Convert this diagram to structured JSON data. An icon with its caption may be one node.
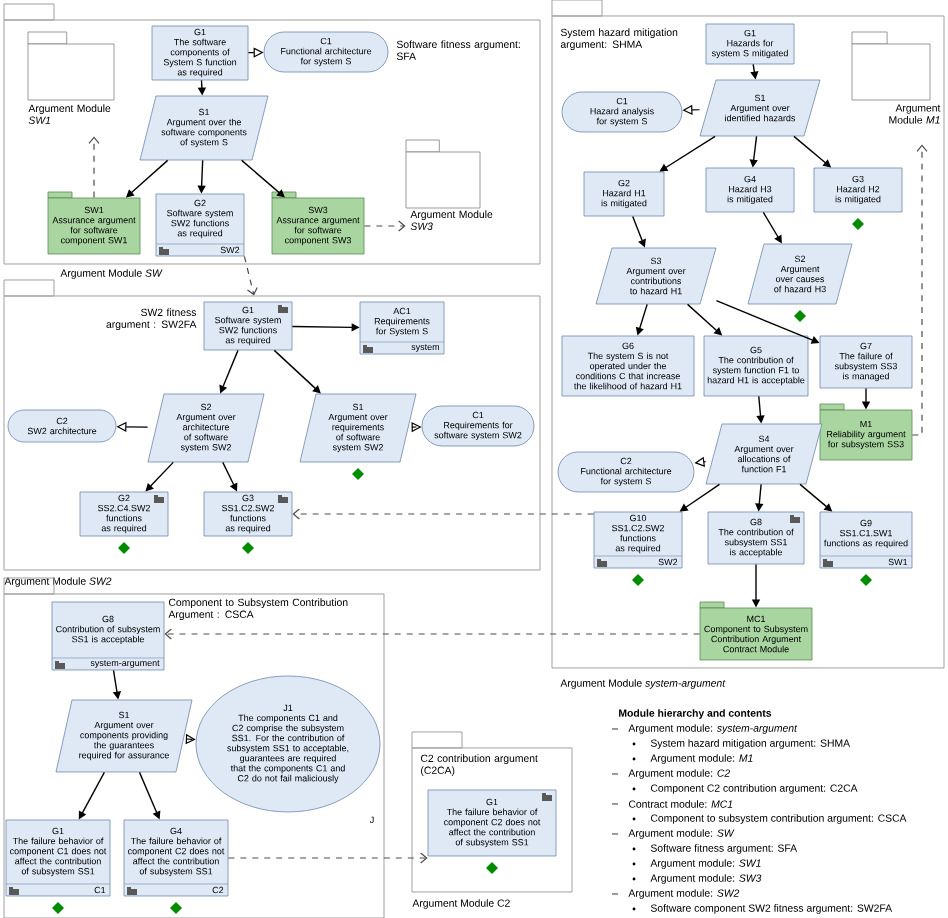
{
  "diagram": {
    "nodes": [
      {
        "text": [
          "Software fitness argument: SFA",
          "Argument Module *SW*"
        ]
      },
      {
        "text": [
          "G1",
          "The software components of System S function as required"
        ],
        "in": 0
      },
      {
        "text": [
          "C1",
          "Functional architecture for system S"
        ],
        "in": 0
      },
      {
        "text": [
          "S1",
          "Argument over the software components of system S"
        ],
        "in": 0
      },
      {
        "text": [
          "Argument Module *SW1*"
        ],
        "in": 0
      },
      {
        "text": [
          "SW1",
          "Assurance argument for software component SW1"
        ],
        "in": 0
      },
      {
        "text": [
          "G2",
          "Software system SW2 functions as required",
          "SW2"
        ],
        "in": 0
      },
      {
        "text": [
          "SW3",
          "Assurance argument for software component SW3"
        ],
        "in": 0
      },
      {
        "text": [
          "Argument Module *SW3*"
        ],
        "in": 0
      },
      {
        "text": [
          "SW2 fitness argument : SW2FA",
          "Argument Module *SW2*"
        ]
      },
      {
        "text": [
          "G1",
          "Software system SW2 functions as required"
        ],
        "in": 9
      },
      {
        "text": [
          "AC1",
          "Requirements for System S",
          "system"
        ],
        "in": 9
      },
      {
        "text": [
          "C2",
          "SW2 architecture"
        ],
        "in": 9
      },
      {
        "text": [
          "S2",
          "Argument over architecture of software system SW2"
        ],
        "in": 9
      },
      {
        "text": [
          "S1",
          "Argument over requirements of software system SW2"
        ],
        "in": 9
      },
      {
        "text": [
          "C1",
          "Requirements for software system SW2"
        ],
        "in": 9
      },
      {
        "text": [
          "G2",
          "SS2.C4.SW2 functions as required"
        ],
        "in": 9
      },
      {
        "text": [
          "G3",
          "SS1.C2.SW2 functions as required"
        ],
        "in": 9
      },
      {
        "text": [
          "System hazard mitigation argument: SHMA",
          "Argument Module *system-argument*"
        ]
      },
      {
        "text": [
          "G1",
          "Hazards for system S mitigated"
        ],
        "in": 18
      },
      {
        "text": [
          "C1",
          "Hazard analysis for system S"
        ],
        "in": 18
      },
      {
        "text": [
          "S1",
          "Argument over identified hazards"
        ],
        "in": 18
      },
      {
        "text": [
          "Argument Module *M1*"
        ],
        "in": 18
      },
      {
        "text": [
          "G2",
          "Hazard H1 is mitigated"
        ],
        "in": 18
      },
      {
        "text": [
          "G4",
          "Hazard H3 is mitigated"
        ],
        "in": 18
      },
      {
        "text": [
          "G3",
          "Hazard H2 is mitigated"
        ],
        "in": 18
      },
      {
        "text": [
          "S2",
          "Argument over causes of hazard H3"
        ],
        "in": 18
      },
      {
        "text": [
          "S3",
          "Argument over contributions to hazard H1"
        ],
        "in": 18
      },
      {
        "text": [
          "G6",
          "The system S is not operated under the conditions C that increase the likelihood of hazard H1"
        ],
        "in": 18
      },
      {
        "text": [
          "G5",
          "The contribution of system function F1 to hazard H1 is acceptable"
        ],
        "in": 18
      },
      {
        "text": [
          "G7",
          "The failure of subsystem SS3 is managed"
        ],
        "in": 18
      },
      {
        "text": [
          "M1",
          "Reliability argument for subsystem SS3"
        ],
        "in": 18
      },
      {
        "text": [
          "C2",
          "Functional architecture for system S"
        ],
        "in": 18
      },
      {
        "text": [
          "S4",
          "Argument over allocations of function F1"
        ],
        "in": 18
      },
      {
        "text": [
          "G10",
          "SS1.C2.SW2 functions as required",
          "SW2"
        ],
        "in": 18
      },
      {
        "text": [
          "G8",
          "The contribution of subsystem SS1 is acceptable"
        ],
        "in": 18
      },
      {
        "text": [
          "G9",
          "SS1.C1.SW1 functions as required",
          "SW1"
        ],
        "in": 18
      },
      {
        "text": [
          "MC1",
          "Component to Subsystem Contribution Argument Contract Module"
        ],
        "in": 18
      },
      {
        "text": [
          "Component to Subsystem Contribution Argument : CSCA"
        ]
      },
      {
        "text": [
          "G8",
          "Contribution of subsystem SS1 is acceptable",
          "system-argument"
        ],
        "in": 38
      },
      {
        "text": [
          "S1",
          "Argument over components providing the guarantees required for assurance"
        ],
        "in": 38
      },
      {
        "text": [
          "J1",
          "The components C1 and C2 comprise the subsystem SS1. For the contribution of subsystem SS1 to acceptable, guarantees are required that the components C1 and C2 do not fail maliciously"
        ],
        "beside": [
          "J"
        ],
        "in": 38
      },
      {
        "text": [
          "G1",
          "The failure behavior of component C1 does not affect the contribution of subsystem SS1",
          "C1"
        ],
        "in": 38
      },
      {
        "text": [
          "G4",
          "The failure behavior of component C2 does not affect the contribution of subsystem SS1",
          "C2"
        ],
        "in": 38
      },
      {
        "text": [
          "C2 contribution argument (C2CA)",
          "Argument Module C2"
        ]
      },
      {
        "text": [
          "G1",
          "The failure behavior of component C2 does not affect the contribution of subsystem SS1"
        ],
        "in": 44
      }
    ],
    "edges": [
      {
        "from": 1,
        "to": 2,
        "arrow": "to"
      },
      {
        "from": 1,
        "to": 3,
        "arrow": "to"
      },
      {
        "from": 3,
        "to": 5,
        "arrow": "to"
      },
      {
        "from": 3,
        "to": 6,
        "arrow": "to"
      },
      {
        "from": 3,
        "to": 7,
        "arrow": "to"
      },
      {
        "from": 5,
        "to": 4,
        "arrow": "to",
        "style": "dashed"
      },
      {
        "from": 7,
        "to": 8,
        "arrow": "to",
        "style": "dashed"
      },
      {
        "from": 6,
        "to": 9,
        "arrow": "to",
        "style": "dashed"
      },
      {
        "from": 10,
        "to": 11,
        "arrow": "to"
      },
      {
        "from": 10,
        "to": 13,
        "arrow": "to"
      },
      {
        "from": 10,
        "to": 14,
        "arrow": "to"
      },
      {
        "from": 13,
        "to": 12,
        "arrow": "to"
      },
      {
        "from": 14,
        "to": 15,
        "arrow": "to"
      },
      {
        "from": 13,
        "to": 16,
        "arrow": "to"
      },
      {
        "from": 13,
        "to": 17,
        "arrow": "to"
      },
      {
        "from": 34,
        "to": 17,
        "arrow": "to",
        "style": "dashed"
      },
      {
        "from": 19,
        "to": 21,
        "arrow": "to"
      },
      {
        "from": 21,
        "to": 20,
        "arrow": "to"
      },
      {
        "from": 21,
        "to": 23,
        "arrow": "to"
      },
      {
        "from": 21,
        "to": 24,
        "arrow": "to"
      },
      {
        "from": 21,
        "to": 25,
        "arrow": "to"
      },
      {
        "from": 24,
        "to": 26,
        "arrow": "to"
      },
      {
        "from": 23,
        "to": 27,
        "arrow": "to"
      },
      {
        "from": 27,
        "to": 28,
        "arrow": "to"
      },
      {
        "from": 27,
        "to": 29,
        "arrow": "to"
      },
      {
        "from": 27,
        "to": 30,
        "arrow": "to"
      },
      {
        "from": 30,
        "to": 31,
        "arrow": "to"
      },
      {
        "from": 31,
        "to": 22,
        "arrow": "to",
        "style": "dashed"
      },
      {
        "from": 29,
        "to": 33,
        "arrow": "to"
      },
      {
        "from": 33,
        "to": 32,
        "arrow": "to"
      },
      {
        "from": 33,
        "to": 34,
        "arrow": "to"
      },
      {
        "from": 33,
        "to": 35,
        "arrow": "to"
      },
      {
        "from": 33,
        "to": 36,
        "arrow": "to"
      },
      {
        "from": 35,
        "to": 37,
        "arrow": "to"
      },
      {
        "from": 37,
        "to": 39,
        "arrow": "to",
        "style": "dashed"
      },
      {
        "from": 39,
        "to": 40,
        "arrow": "to"
      },
      {
        "from": 40,
        "to": 41,
        "arrow": "to"
      },
      {
        "from": 40,
        "to": 42,
        "arrow": "to"
      },
      {
        "from": 40,
        "to": 43,
        "arrow": "to"
      },
      {
        "from": 43,
        "to": 45,
        "arrow": "to",
        "style": "dashed"
      }
    ],
    "labels": [
      "Module hierarchy and contents",
      "Argument module: *system-argument*",
      "System hazard mitigation argument: SHMA",
      "Argument module: *M1*",
      "Argument module: *C2*",
      "Component C2 contribution argument: C2CA",
      "Contract module: *MC1*",
      "Component to subsystem contribution argument: CSCA",
      "Argument module: *SW*",
      "Software fitness argument: SFA",
      "Argument module: *SW1*",
      "Argument module: *SW3*",
      "Argument module: *SW2*",
      "Software component SW2 fitness argument: SW2FA"
    ]
  }
}
